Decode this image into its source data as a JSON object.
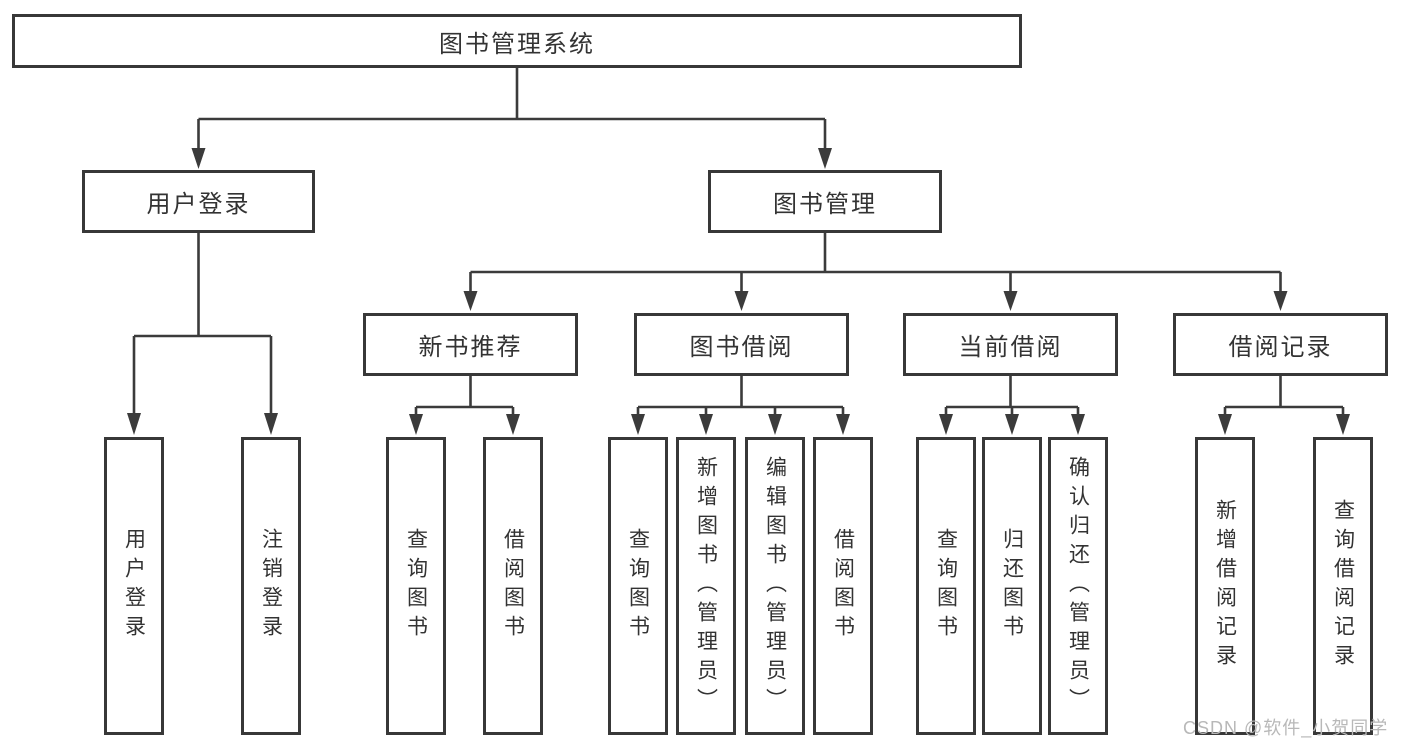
{
  "title": "图书管理系统",
  "watermark": "CSDN @软件_小贺同学",
  "colors": {
    "line": "#3b3b3b",
    "text": "#333333",
    "border": "#383838",
    "watermark": "#b8b8b8",
    "background": "#ffffff"
  },
  "level2": {
    "user_login": "用户登录",
    "book_management": "图书管理"
  },
  "level3": {
    "new_book_recommend": "新书推荐",
    "book_borrow": "图书借阅",
    "current_borrow": "当前借阅",
    "borrow_records": "借阅记录"
  },
  "leaves": {
    "user_login": [
      "用户登录",
      "注销登录"
    ],
    "new_book_recommend": [
      "查询图书",
      "借阅图书"
    ],
    "book_borrow": [
      "查询图书",
      "新增图书（管理员）",
      "编辑图书（管理员）",
      "借阅图书"
    ],
    "current_borrow": [
      "查询图书",
      "归还图书",
      "确认归还（管理员）"
    ],
    "borrow_records": [
      "新增借阅记录",
      "查询借阅记录"
    ]
  }
}
